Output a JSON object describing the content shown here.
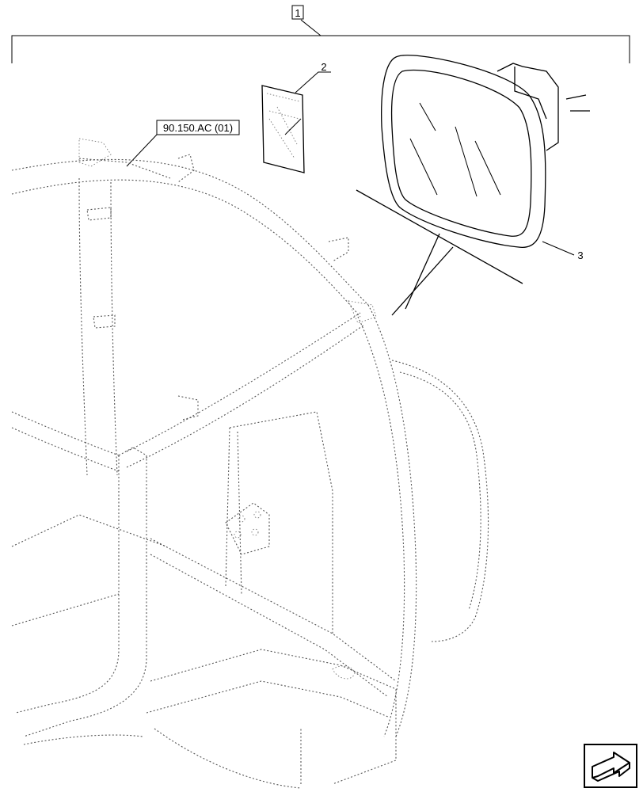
{
  "callouts": {
    "assembly_ref": "1",
    "section_ref": "90.150.AC (01)",
    "item_decal": "2",
    "item_mirror": "3"
  },
  "icons": {
    "nav": "forward-arrow-icon"
  },
  "colors": {
    "line": "#000000",
    "background": "#ffffff"
  }
}
